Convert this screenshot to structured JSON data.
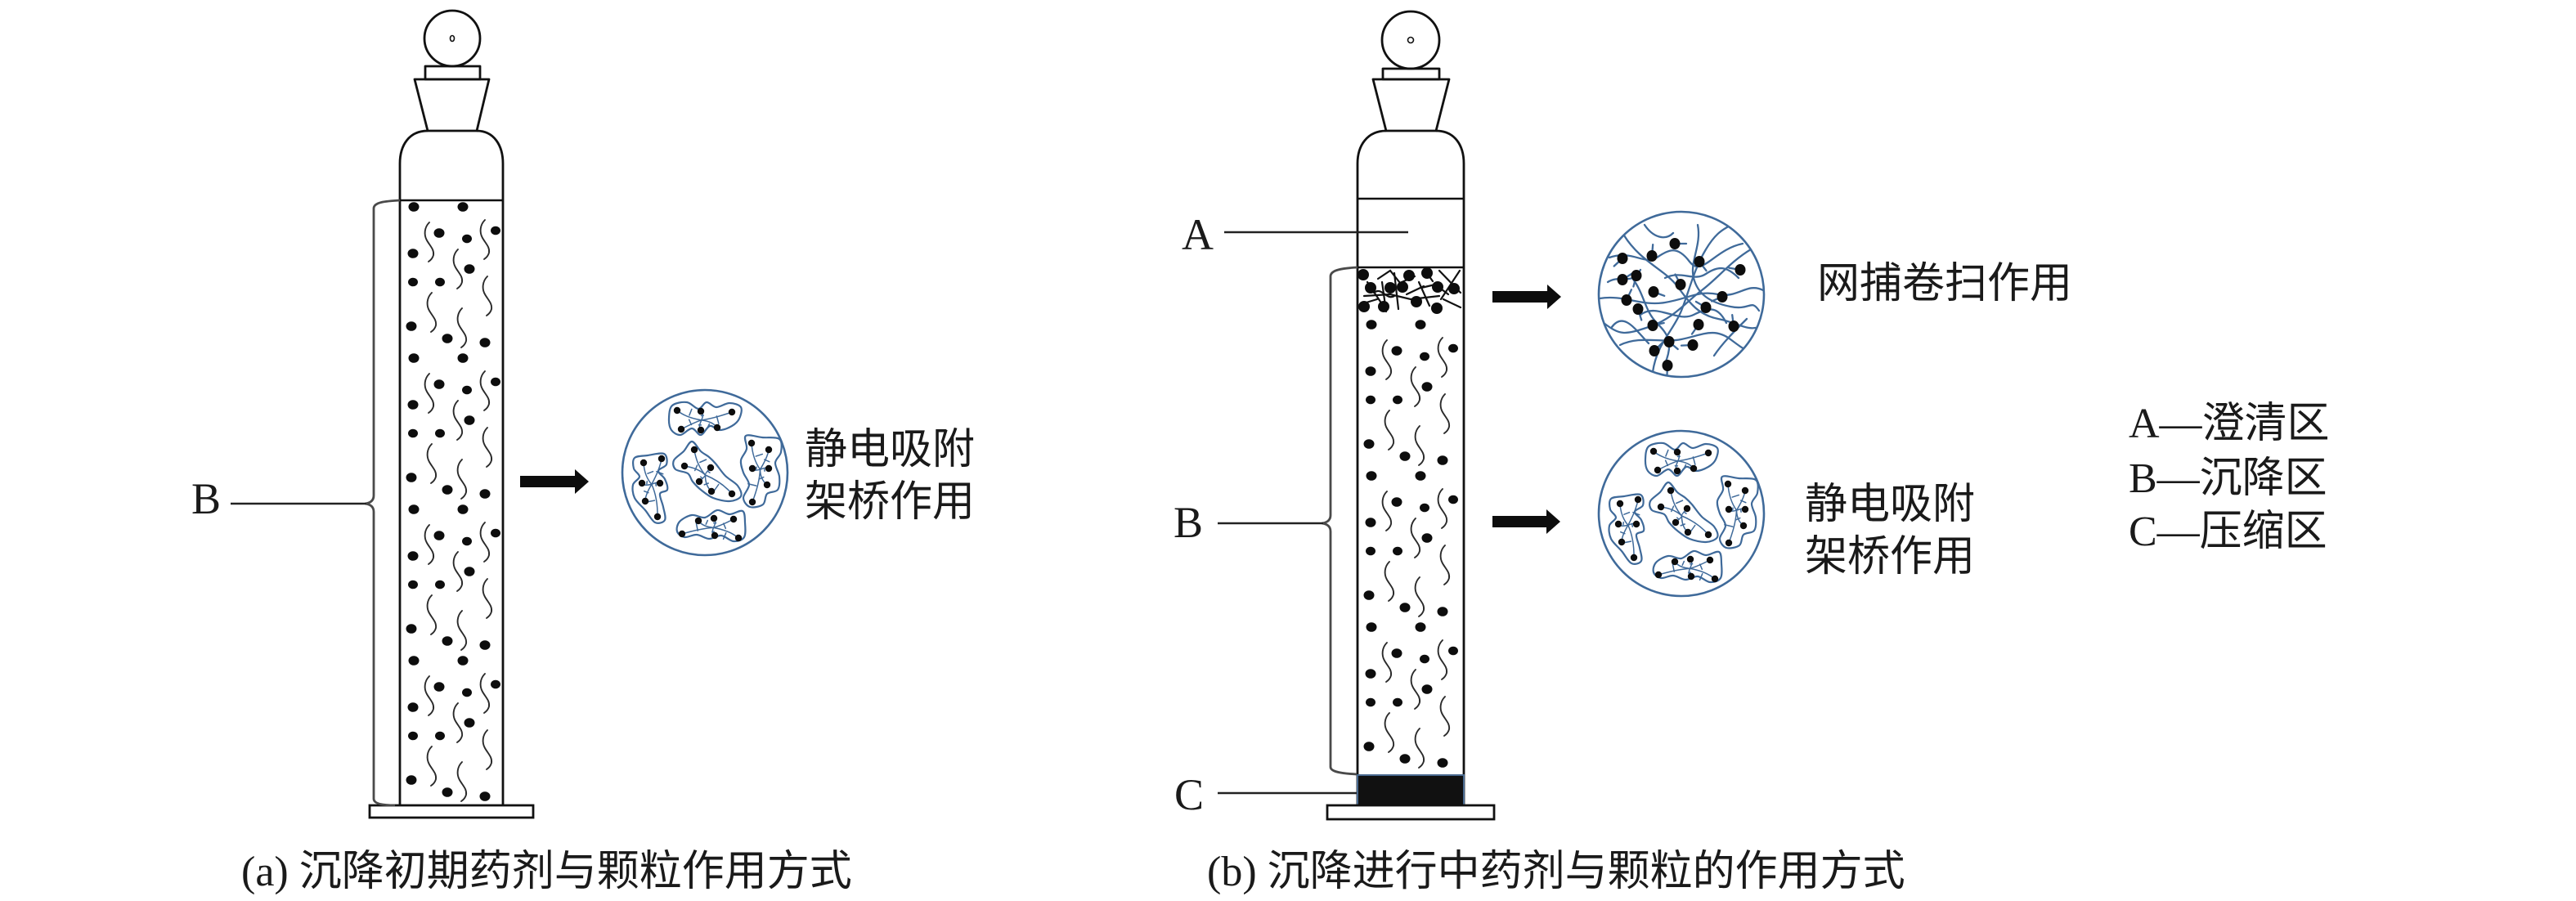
{
  "figure": {
    "panel_a": {
      "caption": "(a) 沉降初期药剂与颗粒作用方式",
      "zone_label_b": "B",
      "inset_label": [
        "静电吸附",
        "架桥作用"
      ]
    },
    "panel_b": {
      "caption": "(b) 沉降进行中药剂与颗粒的作用方式",
      "zone_label_a": "A",
      "zone_label_b": "B",
      "zone_label_c": "C",
      "sweep_inset_label": "网捕卷扫作用",
      "bridge_inset_label": [
        "静电吸附",
        "架桥作用"
      ],
      "legend": [
        {
          "text": "A—澄清区"
        },
        {
          "text": "B—沉降区"
        },
        {
          "text": "C—压缩区"
        }
      ]
    }
  },
  "colors": {
    "ink": "#111111",
    "floc_blue": "#3f6a9a",
    "bracket": "#4a4a4a",
    "sediment": "#111111"
  }
}
